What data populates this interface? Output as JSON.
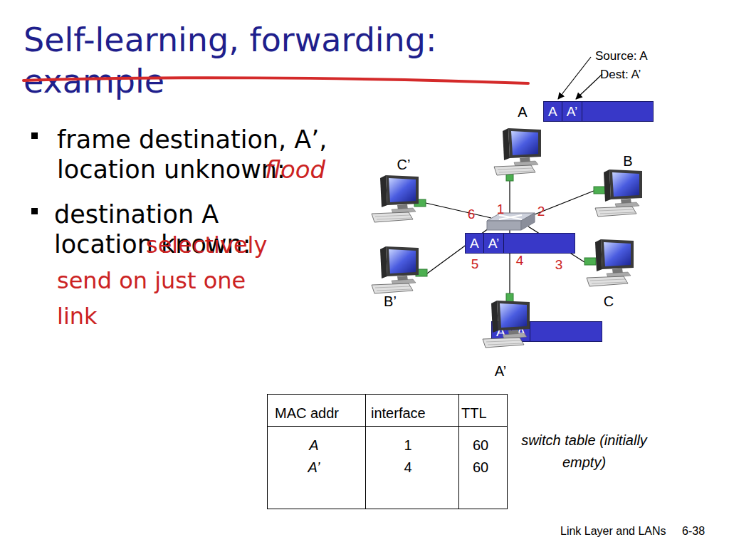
{
  "diagram": {
    "title": "Self-learning, forwarding: example",
    "nodes": [
      {
        "text": [
          "A"
        ]
      },
      {
        "text": [
          "A",
          "A’"
        ]
      },
      {
        "text": [
          "B"
        ]
      },
      {
        "text": [
          "C’"
        ]
      },
      {
        "text": [
          "A",
          "A’"
        ]
      },
      {
        "text": [
          "B’"
        ]
      },
      {
        "text": [
          "C"
        ]
      },
      {
        "text": [
          "A’",
          "A"
        ]
      },
      {
        "text": [
          "A’"
        ]
      }
    ],
    "labels": [
      "frame destination, A’, location unknown:",
      "flood",
      "destination A location known:",
      "selectively send on just one link",
      "Source: A",
      "Dest: A’",
      "6",
      "1",
      "2",
      "5",
      "4",
      "3",
      "MAC addr",
      "interface",
      "TTL",
      "A",
      "1",
      "60",
      "A’",
      "4",
      "60",
      "switch table (initially empty)",
      "Link Layer and LANs",
      "6-38"
    ]
  }
}
